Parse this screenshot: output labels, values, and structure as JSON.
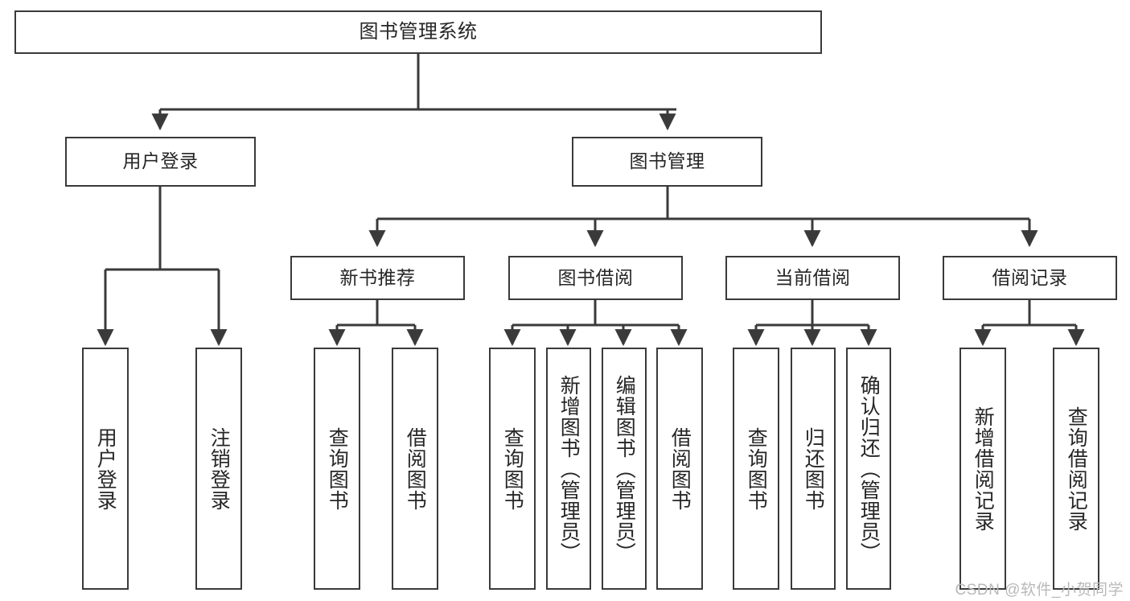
{
  "diagram": {
    "type": "tree-hierarchy-chart",
    "title_node": {
      "label": "图书管理系统"
    },
    "level2": [
      {
        "id": "user-login",
        "label": "用户登录"
      },
      {
        "id": "book-management",
        "label": "图书管理"
      }
    ],
    "level3": [
      {
        "id": "new-book-recommend",
        "label": "新书推荐"
      },
      {
        "id": "book-borrow",
        "label": "图书借阅"
      },
      {
        "id": "current-borrow",
        "label": "当前借阅"
      },
      {
        "id": "borrow-record",
        "label": "借阅记录"
      }
    ],
    "leaves": [
      {
        "id": "leaf-user-login",
        "label": "用户登录"
      },
      {
        "id": "leaf-logout-login",
        "label": "注销登录"
      },
      {
        "id": "leaf-query-book-1",
        "label": "查询图书"
      },
      {
        "id": "leaf-borrow-book-1",
        "label": "借阅图书"
      },
      {
        "id": "leaf-query-book-2",
        "label": "查询图书"
      },
      {
        "id": "leaf-add-book",
        "label": "新增图书（管理员）"
      },
      {
        "id": "leaf-edit-book",
        "label": "编辑图书（管理员）"
      },
      {
        "id": "leaf-borrow-book-2",
        "label": "借阅图书"
      },
      {
        "id": "leaf-query-book-3",
        "label": "查询图书"
      },
      {
        "id": "leaf-return-book",
        "label": "归还图书"
      },
      {
        "id": "leaf-confirm-return",
        "label": "确认归还（管理员）"
      },
      {
        "id": "leaf-add-borrow-record",
        "label": "新增借阅记录"
      },
      {
        "id": "leaf-query-borrow-record",
        "label": "查询借阅记录"
      }
    ],
    "colors": {
      "background": "#ffffff",
      "box_border": "#3a3a3a",
      "box_fill": "#ffffff",
      "connector": "#3a3a3a",
      "text": "#262626",
      "watermark": "#b9b9b9"
    }
  },
  "watermark": {
    "text": "CSDN @软件_小贺同学"
  }
}
